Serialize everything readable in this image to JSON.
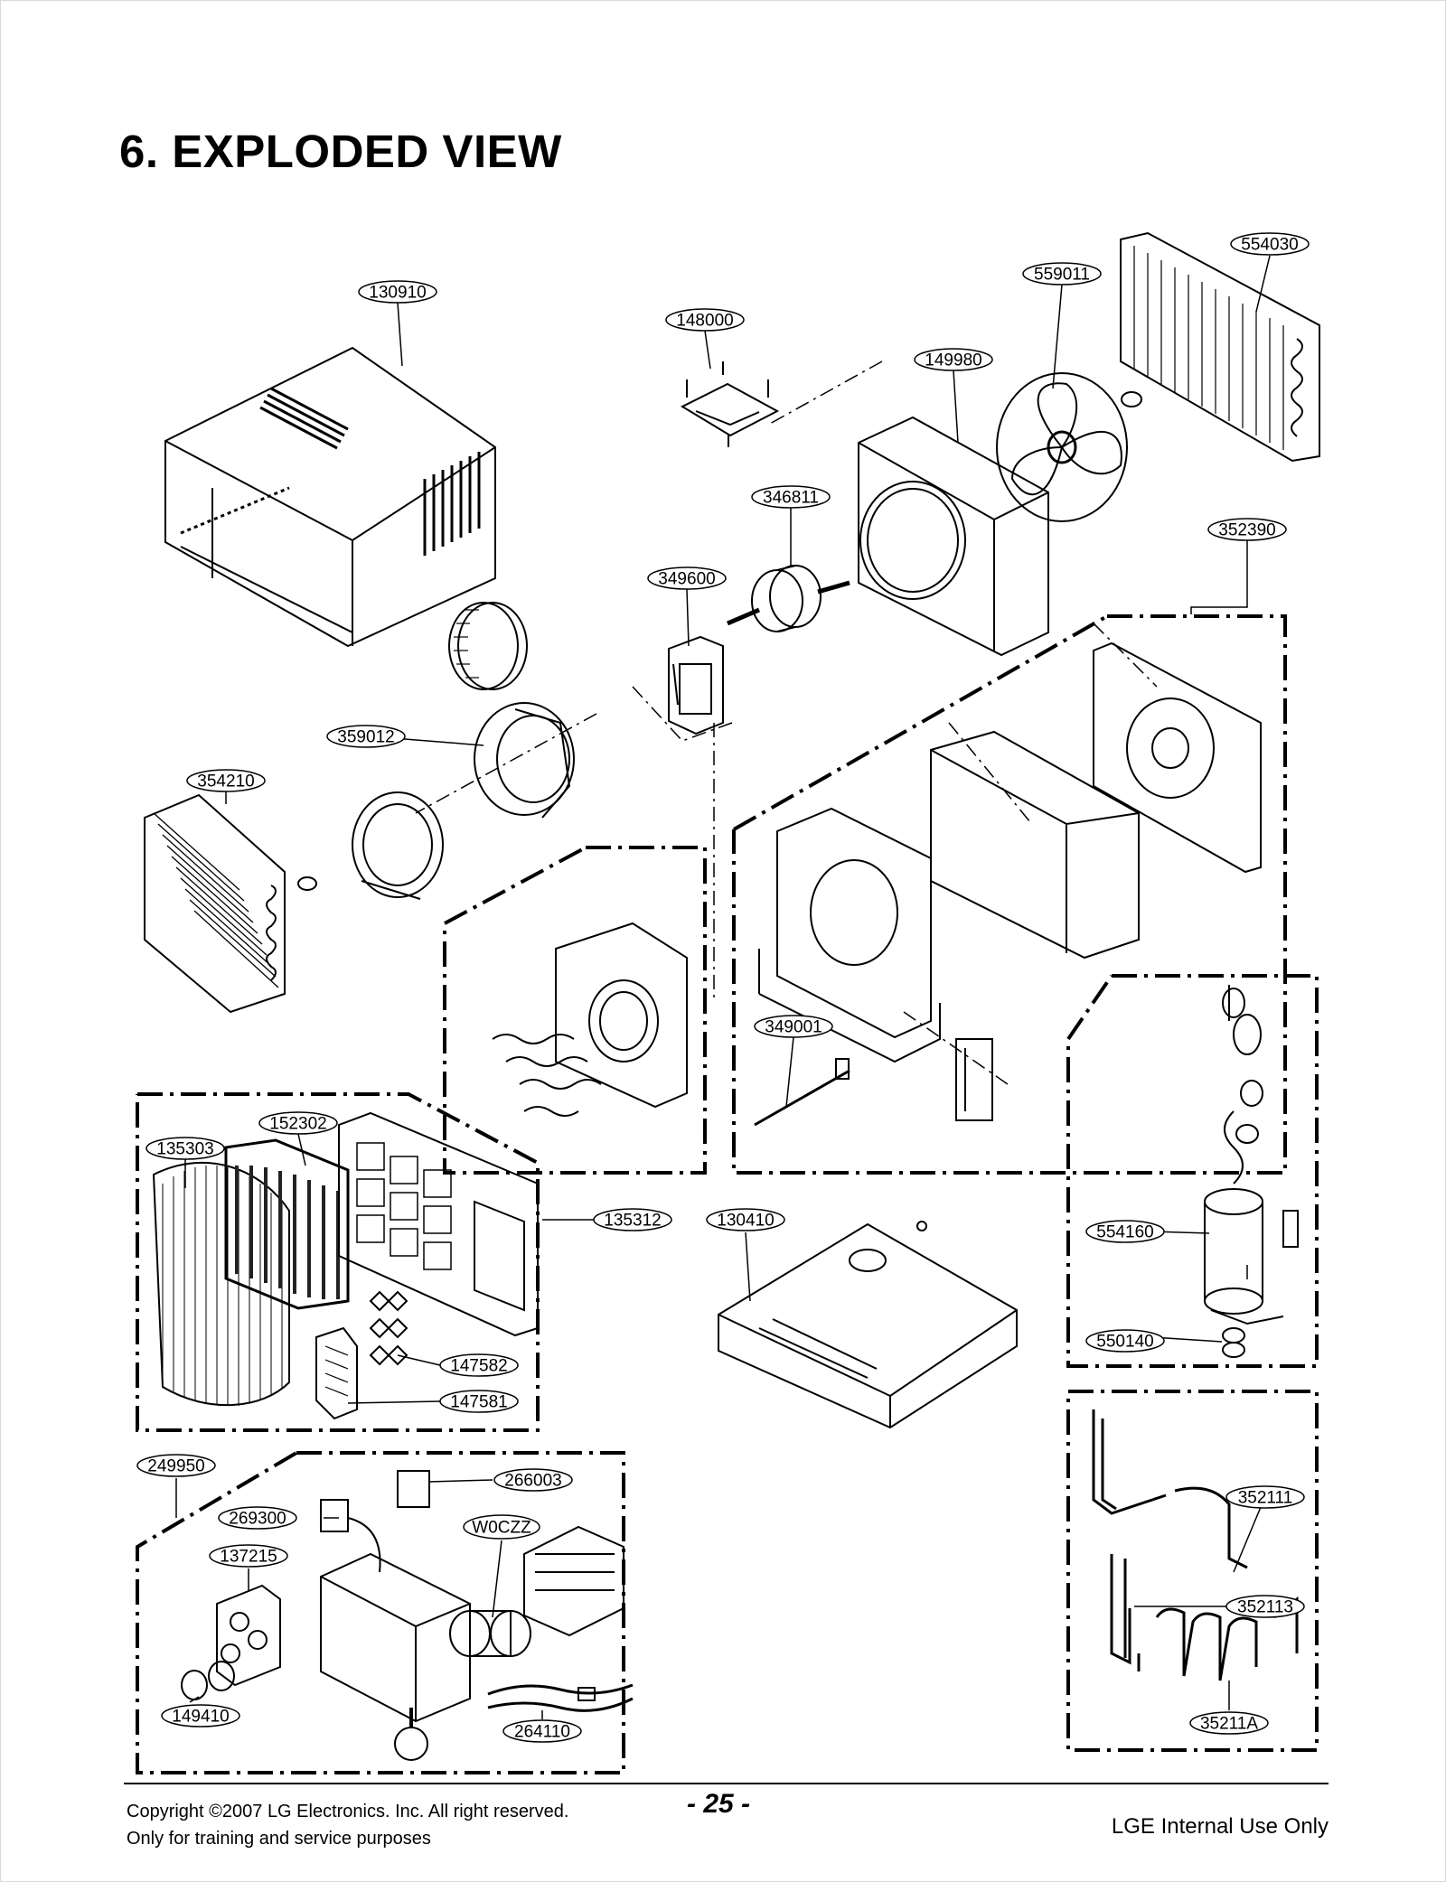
{
  "title": "6. EXPLODED VIEW",
  "labels": [
    "130910",
    "148000",
    "149980",
    "559011",
    "554030",
    "346811",
    "349600",
    "352390",
    "359012",
    "354210",
    "349001",
    "152302",
    "135303",
    "135312",
    "130410",
    "554160",
    "550140",
    "147582",
    "147581",
    "249950",
    "266003",
    "269300",
    "W0CZZ",
    "137215",
    "352111",
    "352113",
    "149410",
    "264110",
    "35211A"
  ],
  "footer": {
    "copyright": "Copyright ©2007 LG Electronics. Inc. All right reserved.",
    "training": "Only for training and service purposes",
    "page": "- 25 -",
    "internal": "LGE Internal Use Only"
  }
}
